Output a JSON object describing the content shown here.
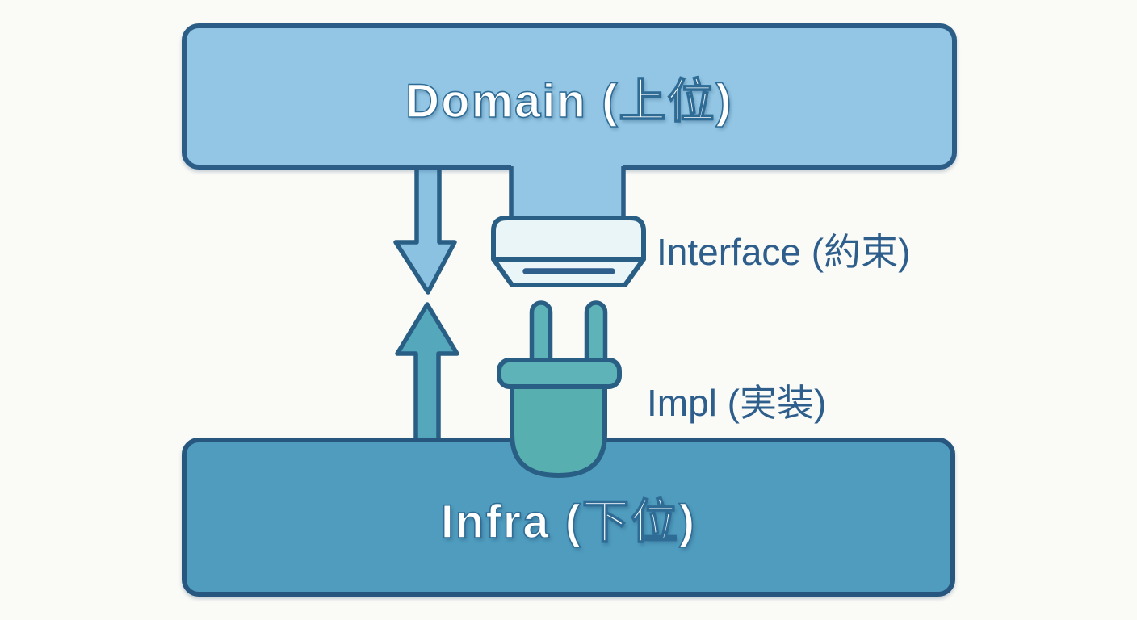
{
  "diagram": {
    "domain_box": {
      "label": "Domain (上位)"
    },
    "infra_box": {
      "label": "Infra (下位)"
    },
    "interface": {
      "label": "Interface (約束)"
    },
    "impl": {
      "label": "Impl (実装)"
    },
    "icons": [
      "down-arrow-icon",
      "up-arrow-icon",
      "socket-interface-icon",
      "plug-impl-icon"
    ],
    "colors": {
      "background": "#fafaf6",
      "domain_fill": "#92c6e4",
      "domain_border": "#2b5d87",
      "infra_fill": "#4f9cbe",
      "infra_border": "#27567e",
      "down_arrow_fill": "#8bc2e2",
      "up_arrow_fill": "#55a7bc",
      "socket_fill": "#eaf5f8",
      "plug_fill": "#58afb0",
      "plug_collar_fill": "#5eb3b8",
      "outline": "#2a5f85",
      "label_text": "#2e5e8c",
      "title_text": "#ffffff"
    }
  }
}
